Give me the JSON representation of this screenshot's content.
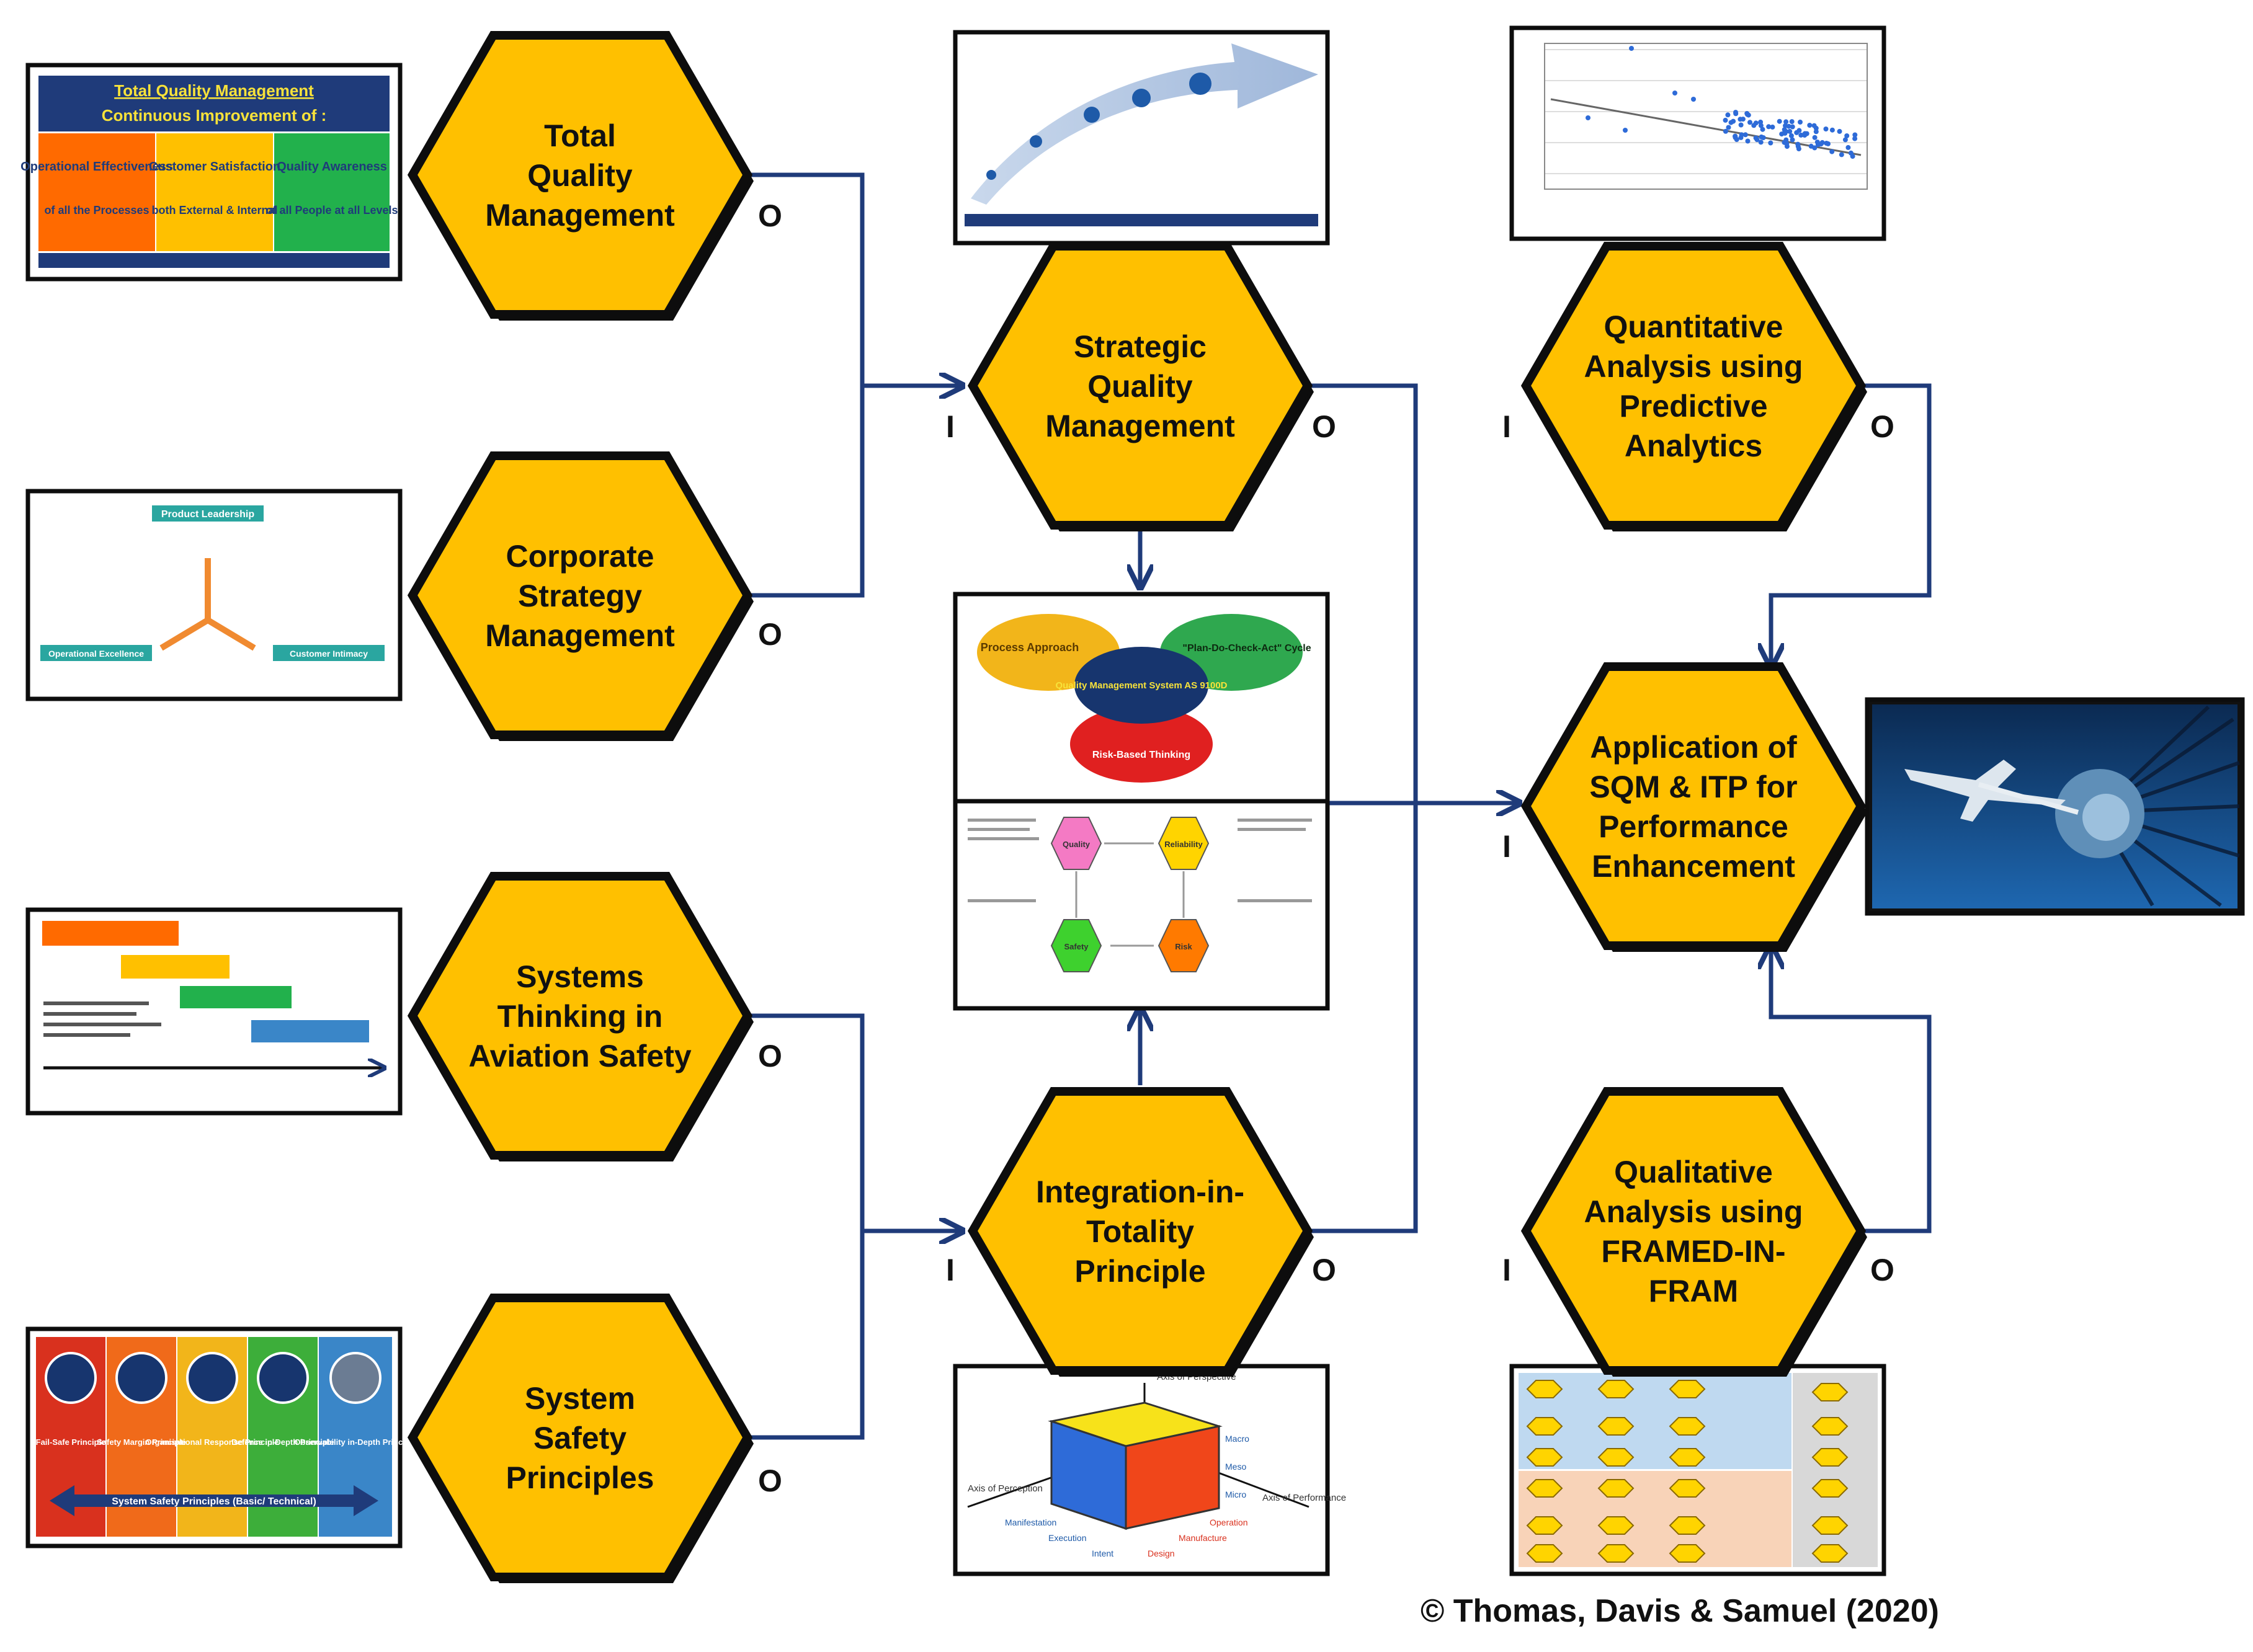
{
  "colors": {
    "hex_fill": "#FFC000",
    "hex_stroke": "#0D0D0D",
    "connector": "#1F3B7A",
    "tqm_header": "#1F3B7A",
    "orange": "#FF6A00",
    "yellow": "#FFC000",
    "green": "#22B14C"
  },
  "hexagons": {
    "tqm": [
      "Total",
      "Quality",
      "Management"
    ],
    "corporate": [
      "Corporate",
      "Strategy",
      "Management"
    ],
    "systems": [
      "Systems",
      "Thinking  in",
      "Aviation Safety"
    ],
    "safety": [
      "System",
      "Safety",
      "Principles"
    ],
    "sqm": [
      "Strategic",
      "Quality",
      "Management"
    ],
    "iit": [
      "Integration-in-",
      "Totality",
      "Principle"
    ],
    "quant": [
      "Quantitative",
      "Analysis using",
      "Predictive",
      "Analytics"
    ],
    "qual": [
      "Qualitative",
      "Analysis using",
      "FRAMED-IN-",
      "FRAM"
    ],
    "app": [
      "Application of",
      "SQM & ITP for",
      "Performance",
      "Enhancement"
    ]
  },
  "ports": {
    "input": "I",
    "output": "O"
  },
  "thumbnails": {
    "tqm_title": "Total Quality Management",
    "tqm_subtitle": "Continuous Improvement of :",
    "tqm_cols": [
      {
        "head": "Operational Effectiveness",
        "sub": "of all the Processes"
      },
      {
        "head": "Customer Satisfaction",
        "sub": "both External & Internal"
      },
      {
        "head": "Quality Awareness",
        "sub": "of all People at all Levels"
      }
    ],
    "corp_top": "Product Leadership",
    "corp_left": "Operational Excellence",
    "corp_right": "Customer Intimacy",
    "qms": {
      "process": "Process Approach",
      "pdca": "\"Plan-Do-Check-Act\" Cycle",
      "center": "Quality Management System AS 9100D",
      "risk": "Risk-Based Thinking"
    },
    "qms_hexes": [
      "Quality",
      "Reliability",
      "Safety",
      "Risk"
    ],
    "cube_labels": {
      "perspective": "Axis of Perspective",
      "perception": "Axis of Perception",
      "performance": "Axis of Performance",
      "macro": "Macro",
      "meso": "Meso",
      "micro": "Micro",
      "manifestation": "Manifestation",
      "execution": "Execution",
      "intent": "Intent",
      "design": "Design",
      "manufacture": "Manufacture",
      "operation": "Operation"
    },
    "ssp_cols": [
      {
        "label": "Fail-Safe Principle",
        "color": "#D9311E"
      },
      {
        "label": "Safety Margin Principle",
        "color": "#F06A1A"
      },
      {
        "label": "Organisational Response Principle",
        "color": "#F2B51A"
      },
      {
        "label": "Defence in-Depth Principle",
        "color": "#3DAE3A"
      },
      {
        "label": "Observability in-Depth Principle",
        "color": "#3A86C8"
      }
    ],
    "ssp_banner": "System Safety Principles (Basic/ Technical)"
  },
  "copyright": "© Thomas, Davis & Samuel (2020)"
}
